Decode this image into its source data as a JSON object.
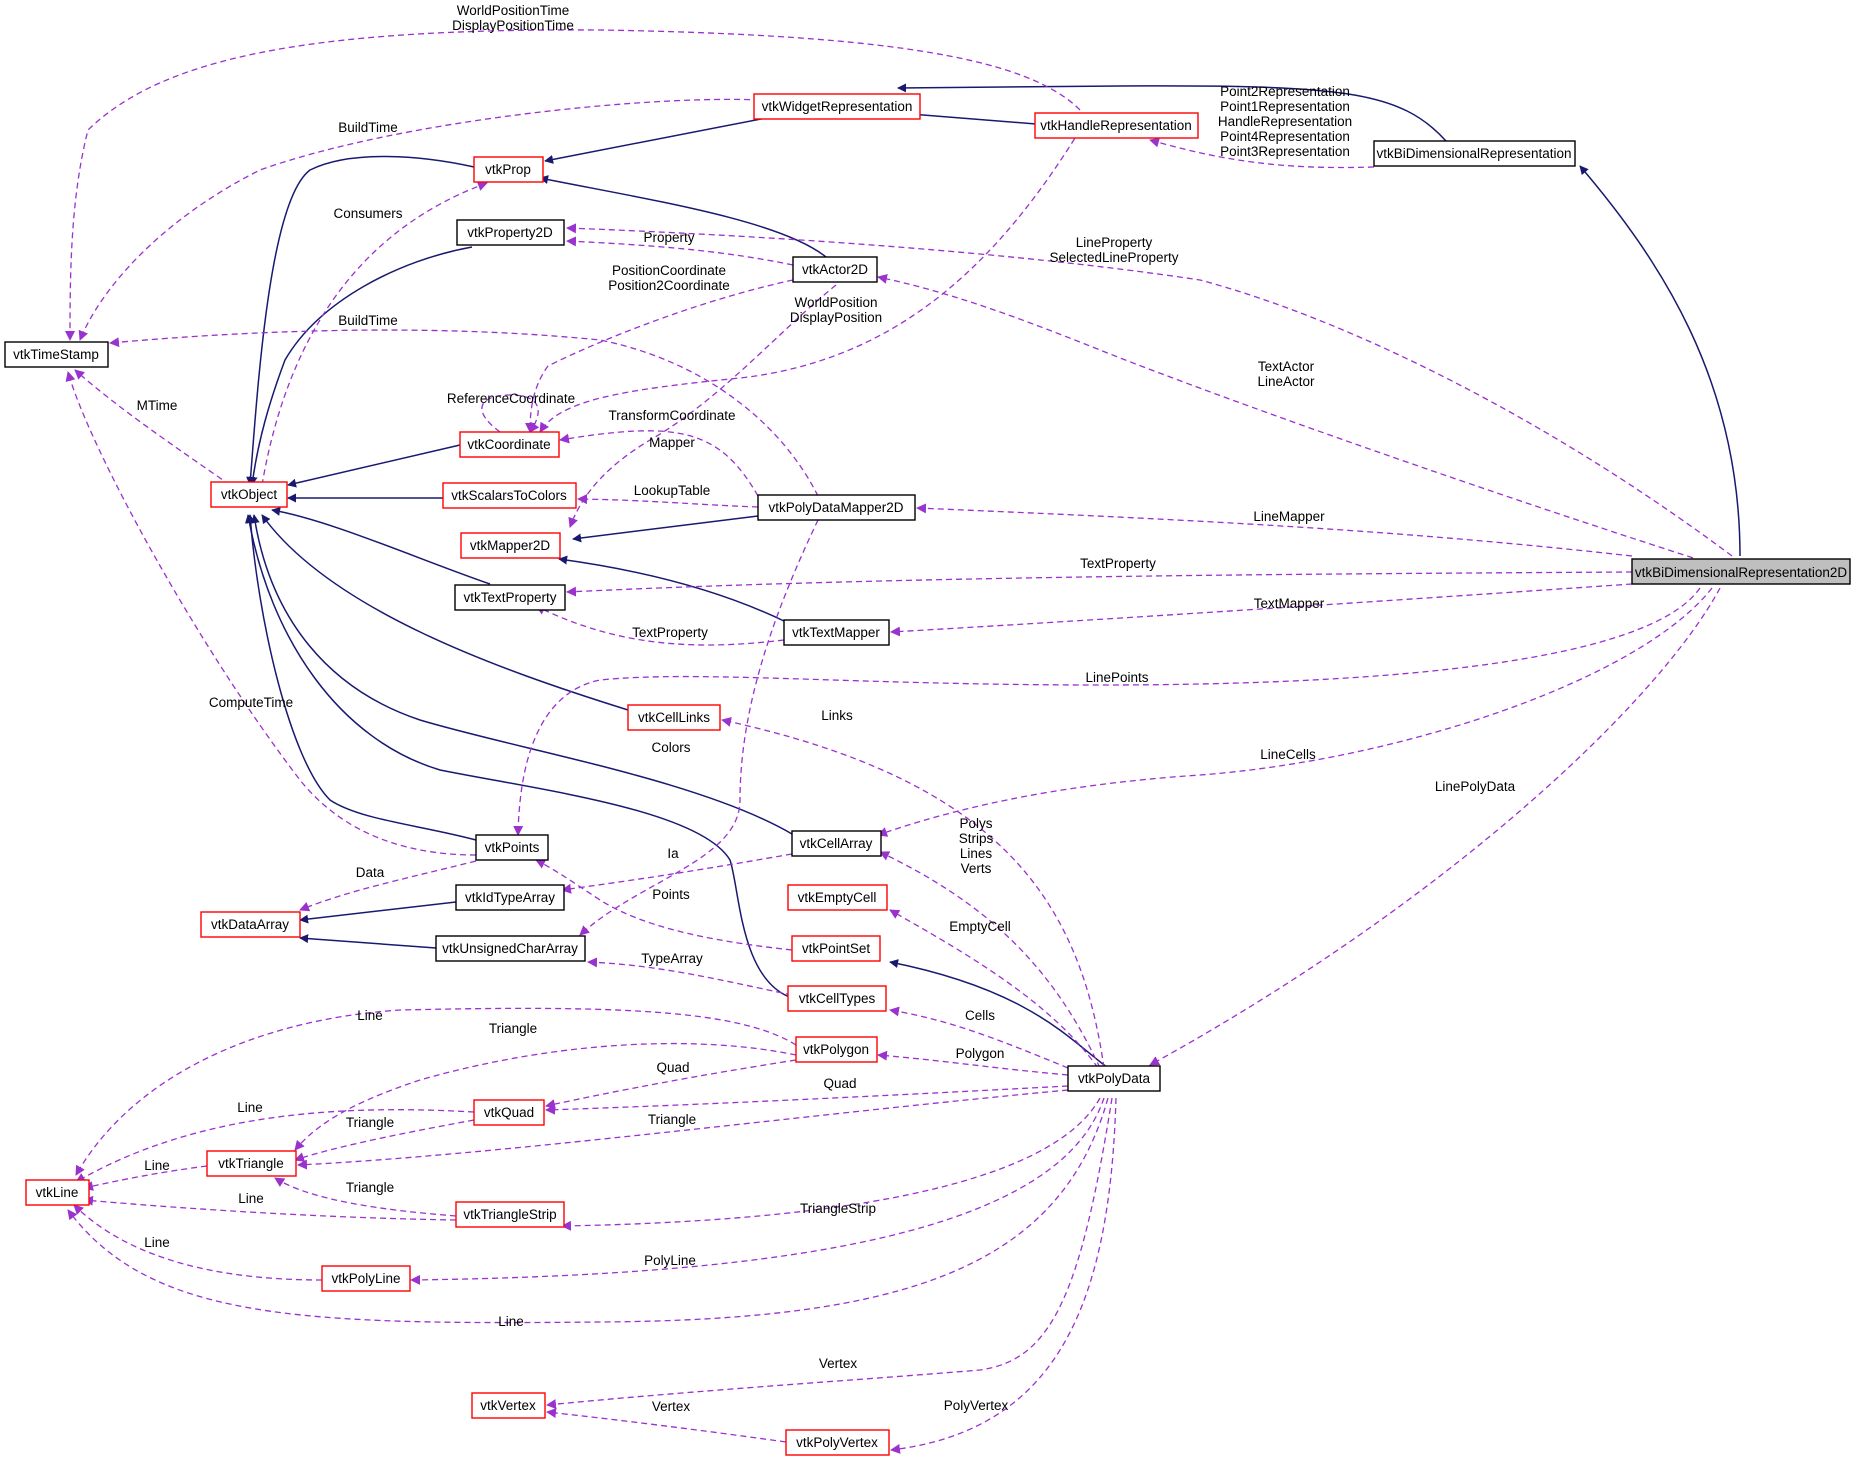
{
  "colors": {
    "inherit_edge": "#191970",
    "usage_edge": "#9a32cd",
    "documented_border": "#000000",
    "undocumented_border": "#ff0000",
    "highlight_fill": "#bfbfbf",
    "node_fill": "#ffffff"
  },
  "legend_semantics": {
    "solid_arrow": "inheritance",
    "dashed_arrow": "usage"
  },
  "nodes": {
    "vtkBiDimensionalRepresentation2D": {
      "label": "vtkBiDimensionalRepresentation2D",
      "border": "black",
      "highlight": true
    },
    "vtkBiDimensionalRepresentation": {
      "label": "vtkBiDimensionalRepresentation",
      "border": "black"
    },
    "vtkWidgetRepresentation": {
      "label": "vtkWidgetRepresentation",
      "border": "red"
    },
    "vtkHandleRepresentation": {
      "label": "vtkHandleRepresentation",
      "border": "red"
    },
    "vtkProp": {
      "label": "vtkProp",
      "border": "red"
    },
    "vtkProperty2D": {
      "label": "vtkProperty2D",
      "border": "black"
    },
    "vtkActor2D": {
      "label": "vtkActor2D",
      "border": "black"
    },
    "vtkTimeStamp": {
      "label": "vtkTimeStamp",
      "border": "black"
    },
    "vtkCoordinate": {
      "label": "vtkCoordinate",
      "border": "red"
    },
    "vtkObject": {
      "label": "vtkObject",
      "border": "red"
    },
    "vtkScalarsToColors": {
      "label": "vtkScalarsToColors",
      "border": "red"
    },
    "vtkPolyDataMapper2D": {
      "label": "vtkPolyDataMapper2D",
      "border": "black"
    },
    "vtkMapper2D": {
      "label": "vtkMapper2D",
      "border": "red"
    },
    "vtkTextProperty": {
      "label": "vtkTextProperty",
      "border": "black"
    },
    "vtkTextMapper": {
      "label": "vtkTextMapper",
      "border": "black"
    },
    "vtkCellLinks": {
      "label": "vtkCellLinks",
      "border": "red"
    },
    "vtkCellArray": {
      "label": "vtkCellArray",
      "border": "black"
    },
    "vtkPoints": {
      "label": "vtkPoints",
      "border": "black"
    },
    "vtkIdTypeArray": {
      "label": "vtkIdTypeArray",
      "border": "black"
    },
    "vtkDataArray": {
      "label": "vtkDataArray",
      "border": "red"
    },
    "vtkUnsignedCharArray": {
      "label": "vtkUnsignedCharArray",
      "border": "black"
    },
    "vtkEmptyCell": {
      "label": "vtkEmptyCell",
      "border": "red"
    },
    "vtkPointSet": {
      "label": "vtkPointSet",
      "border": "red"
    },
    "vtkCellTypes": {
      "label": "vtkCellTypes",
      "border": "red"
    },
    "vtkPolygon": {
      "label": "vtkPolygon",
      "border": "red"
    },
    "vtkPolyData": {
      "label": "vtkPolyData",
      "border": "black"
    },
    "vtkQuad": {
      "label": "vtkQuad",
      "border": "red"
    },
    "vtkTriangle": {
      "label": "vtkTriangle",
      "border": "red"
    },
    "vtkLine": {
      "label": "vtkLine",
      "border": "red"
    },
    "vtkTriangleStrip": {
      "label": "vtkTriangleStrip",
      "border": "red"
    },
    "vtkPolyLine": {
      "label": "vtkPolyLine",
      "border": "red"
    },
    "vtkVertex": {
      "label": "vtkVertex",
      "border": "red"
    },
    "vtkPolyVertex": {
      "label": "vtkPolyVertex",
      "border": "red"
    }
  },
  "edge_labels": {
    "worldpos_time": [
      "WorldPositionTime",
      "DisplayPositionTime"
    ],
    "buildtime_wr": [
      "BuildTime"
    ],
    "handle_reps": [
      "Point2Representation",
      "Point1Representation",
      "HandleRepresentation",
      "Point4Representation",
      "Point3Representation"
    ],
    "consumers": [
      "Consumers"
    ],
    "property": [
      "Property"
    ],
    "line_property": [
      "LineProperty",
      "SelectedLineProperty"
    ],
    "position_coord": [
      "PositionCoordinate",
      "Position2Coordinate"
    ],
    "world_position": [
      "WorldPosition",
      "DisplayPosition"
    ],
    "buildtime_pdm": [
      "BuildTime"
    ],
    "text_actor": [
      "TextActor",
      "LineActor"
    ],
    "mtime": [
      "MTime"
    ],
    "reference_coord": [
      "ReferenceCoordinate"
    ],
    "transform_coord": [
      "TransformCoordinate"
    ],
    "mapper": [
      "Mapper"
    ],
    "lookup_table": [
      "LookupTable"
    ],
    "line_mapper": [
      "LineMapper"
    ],
    "text_property_rep": [
      "TextProperty"
    ],
    "text_mapper": [
      "TextMapper"
    ],
    "text_property_tm": [
      "TextProperty"
    ],
    "line_points": [
      "LinePoints"
    ],
    "compute_time": [
      "ComputeTime"
    ],
    "links": [
      "Links"
    ],
    "colors": [
      "Colors"
    ],
    "line_cells": [
      "LineCells"
    ],
    "line_polydata": [
      "LinePolyData"
    ],
    "psl_verts": [
      "Polys",
      "Strips",
      "Lines",
      "Verts"
    ],
    "ia": [
      "Ia"
    ],
    "data": [
      "Data"
    ],
    "points": [
      "Points"
    ],
    "empty_cell": [
      "EmptyCell"
    ],
    "type_array": [
      "TypeArray"
    ],
    "cells": [
      "Cells"
    ],
    "line_polygon": [
      "Line"
    ],
    "triangle_polygon": [
      "Triangle"
    ],
    "quad_pd": [
      "Quad"
    ],
    "polygon_pd": [
      "Polygon"
    ],
    "quad_polygon": [
      "Quad"
    ],
    "line_quad": [
      "Line"
    ],
    "triangle_quad": [
      "Triangle"
    ],
    "triangle_pd": [
      "Triangle"
    ],
    "line_triangle": [
      "Line"
    ],
    "triangle_ts": [
      "Triangle"
    ],
    "line_ts": [
      "Line"
    ],
    "triangle_strip": [
      "TriangleStrip"
    ],
    "line_pl": [
      "Line"
    ],
    "poly_line": [
      "PolyLine"
    ],
    "line_pd": [
      "Line"
    ],
    "vertex_pd": [
      "Vertex"
    ],
    "vertex_pv": [
      "Vertex"
    ],
    "poly_vertex": [
      "PolyVertex"
    ]
  }
}
